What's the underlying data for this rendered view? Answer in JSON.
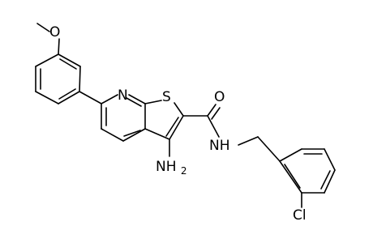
{
  "molecule": {
    "labels": {
      "methoxy_o": "O",
      "pyridine_n": "N",
      "thiophene_s": "S",
      "carbonyl_o": "O",
      "amide_nh": "NH",
      "amino": "NH",
      "amino_subscript": "2",
      "chloro": "Cl"
    }
  }
}
